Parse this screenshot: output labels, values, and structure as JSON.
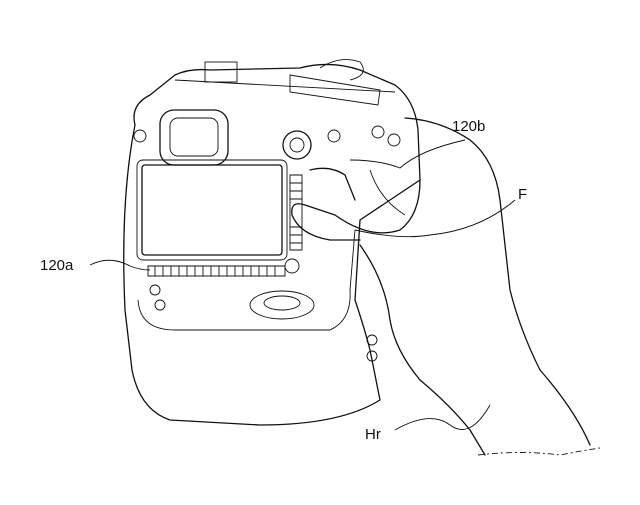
{
  "labels": {
    "grip_sensor_upper": "120b",
    "finger": "F",
    "grip_sensor_lower": "120a",
    "right_hand": "Hr"
  }
}
